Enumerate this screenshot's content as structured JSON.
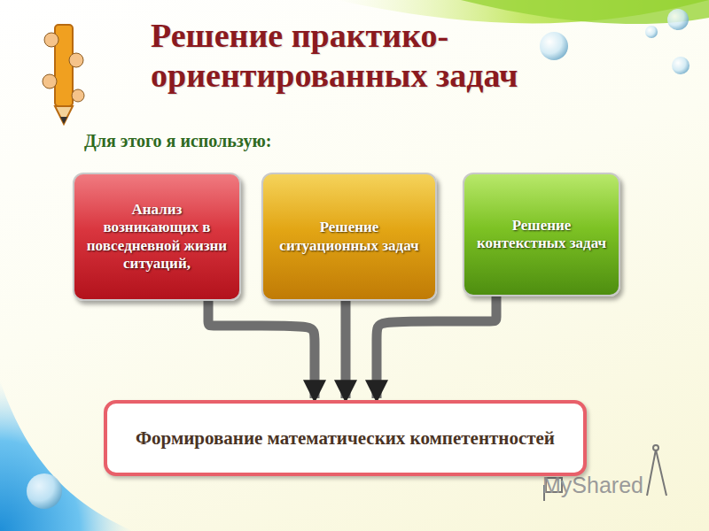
{
  "diagram": {
    "title": "Решение практико-ориентированных задач",
    "nodes": [
      {
        "text": [
          "Анализ возникающих в повседневной жизни ситуаций,"
        ]
      },
      {
        "text": [
          "Решение ситуационных задач"
        ]
      },
      {
        "text": [
          "Решение контекстных задач"
        ]
      },
      {
        "text": [
          "Формирование математических компетентностей"
        ]
      }
    ],
    "edges": [
      {
        "from": 0,
        "to": 3,
        "arrow": "to"
      },
      {
        "from": 1,
        "to": 3,
        "arrow": "to"
      },
      {
        "from": 2,
        "to": 3,
        "arrow": "to"
      }
    ],
    "labels": [
      "Для этого я использую:",
      "MyShared"
    ]
  }
}
